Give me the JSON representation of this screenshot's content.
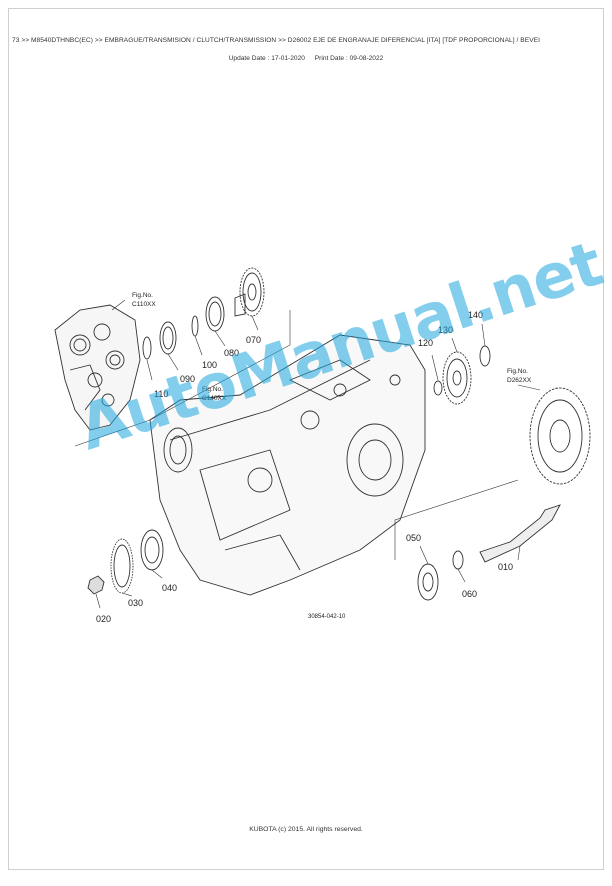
{
  "header": {
    "breadcrumb": "73 >> M8540DTHNBC(EC) >> EMBRAGUE/TRANSMISION / CLUTCH/TRANSMISSION >> D26002   EJE DE ENGRANAJE DIFERENCIAL [ITA] [TDF PROPORCIONAL] / BEVEI",
    "update_date": "Update Date : 17-01-2020",
    "print_date": "Print Date : 09-08-2022"
  },
  "diagram": {
    "part_numbers": [
      "010",
      "020",
      "030",
      "040",
      "050",
      "060",
      "070",
      "080",
      "090",
      "100",
      "110",
      "120",
      "130",
      "140"
    ],
    "fig_refs": [
      {
        "label": "Fig.No.",
        "code": "C110XX"
      },
      {
        "label": "Fig.No.",
        "code": "C140XX"
      },
      {
        "label": "Fig.No.",
        "code": "D262XX"
      }
    ],
    "drawing_code": "30854-042-10"
  },
  "watermark": "AutoManual.net",
  "footer": {
    "copyright": "KUBOTA (c) 2015. All rights reserved."
  },
  "colors": {
    "watermark": "#1fa7e0",
    "ink": "#222222"
  }
}
